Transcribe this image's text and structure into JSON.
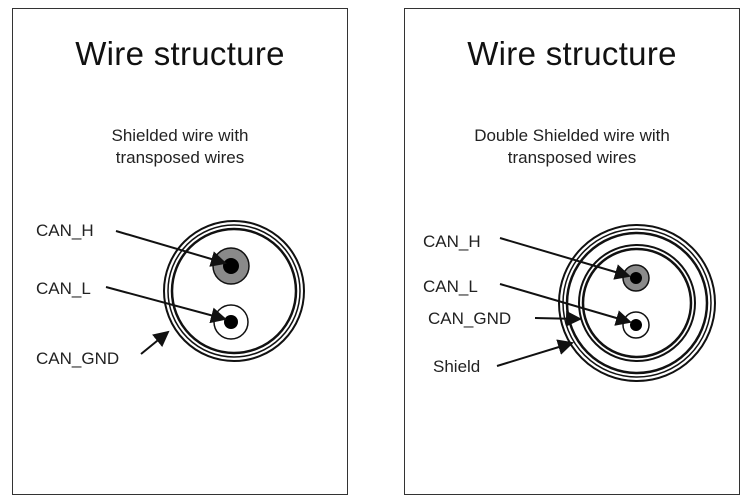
{
  "left_panel": {
    "title": "Wire structure",
    "subtitle_line1": "Shielded  wire with",
    "subtitle_line2": "transposed  wires",
    "labels": {
      "can_h": "CAN_H",
      "can_l": "CAN_L",
      "can_gnd": "CAN_GND"
    }
  },
  "right_panel": {
    "title": "Wire structure",
    "subtitle_line1": "Double Shielded wire with",
    "subtitle_line2": "transposed  wires",
    "labels": {
      "can_h": "CAN_H",
      "can_l": "CAN_L",
      "can_gnd": "CAN_GND",
      "shield": "Shield"
    }
  },
  "colors": {
    "line": "#111111",
    "conductor_h_ring": "#8a8a8a",
    "conductor_core": "#000000",
    "border": "#333333"
  }
}
